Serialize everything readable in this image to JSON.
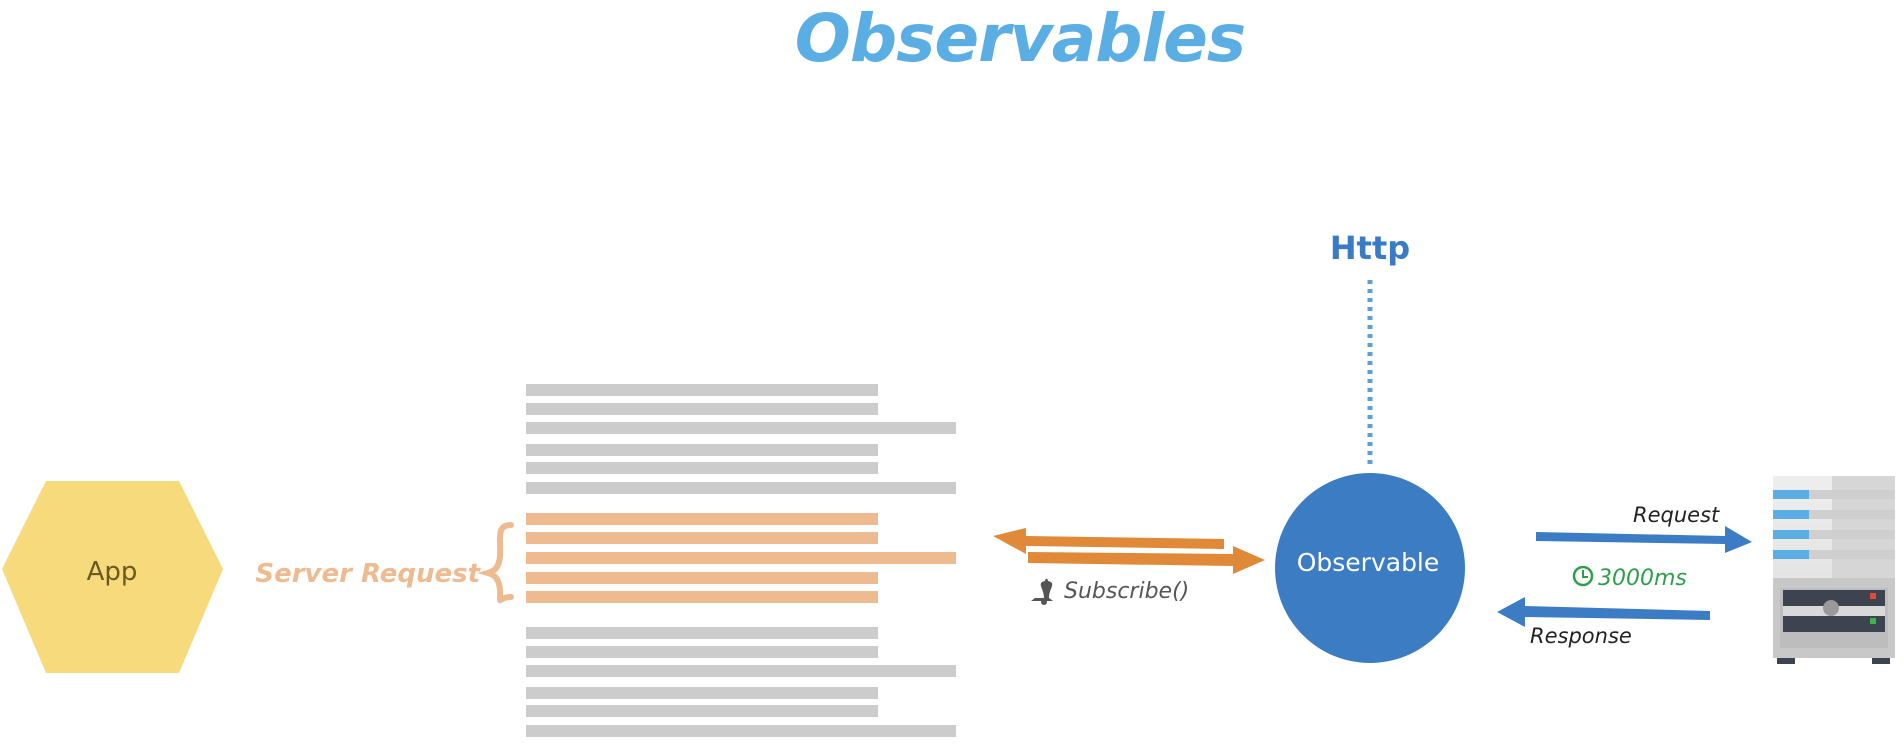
{
  "title": "Observables",
  "app": {
    "label": "App",
    "fill": "#f7da7c",
    "text_color": "#6b5a20"
  },
  "server_request": {
    "label": "Server Request",
    "color": "#eebb91"
  },
  "subscribe": {
    "label": "Subscribe()",
    "icon": "bell-icon"
  },
  "http": {
    "label": "Http",
    "color": "#3a7bc5"
  },
  "observable": {
    "label": "Observable",
    "fill": "#3b7cc3"
  },
  "request": {
    "label": "Request"
  },
  "response": {
    "label": "Response"
  },
  "timing": {
    "label": "3000ms",
    "icon": "clock-icon",
    "color": "#2e9e4a"
  },
  "server": {
    "icon": "server-icon"
  },
  "colors": {
    "arrow_orange": "#e08938",
    "arrow_blue": "#3c7cc5",
    "bar_gray": "#cccccc"
  }
}
